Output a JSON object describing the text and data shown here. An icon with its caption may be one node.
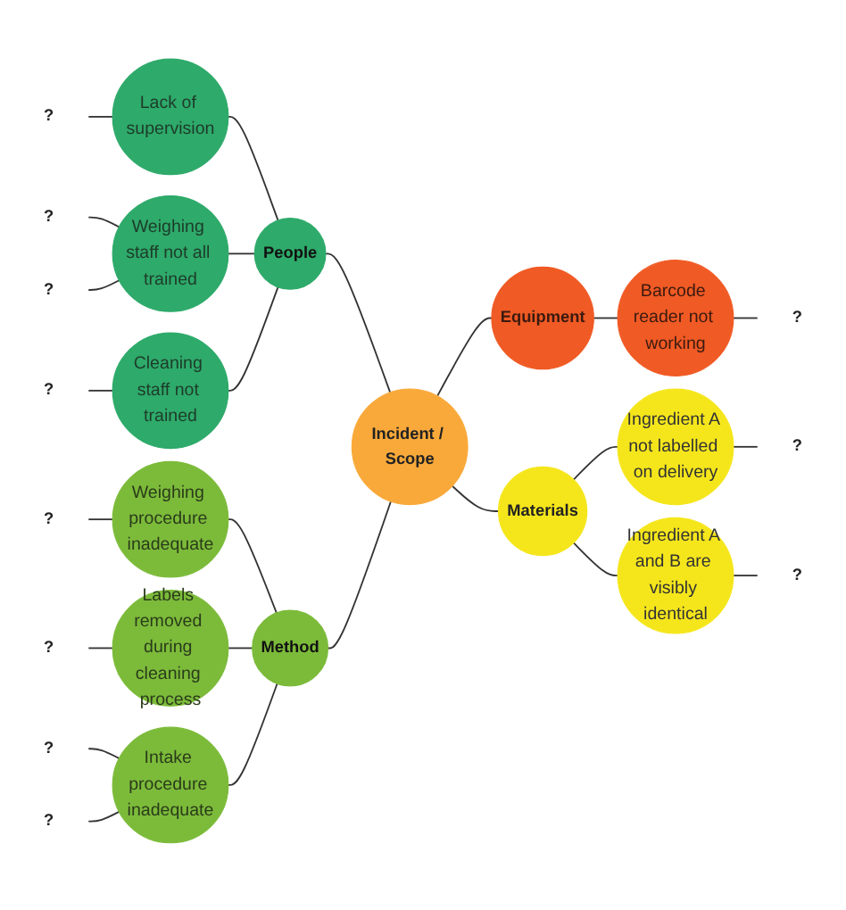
{
  "diagram": {
    "nodes": [
      {
        "text": [
          "Incident / Scope"
        ]
      },
      {
        "text": [
          "People"
        ]
      },
      {
        "text": [
          "Lack of supervision"
        ]
      },
      {
        "text": [
          "Weighing staff not all trained"
        ]
      },
      {
        "text": [
          "Cleaning staff not trained"
        ]
      },
      {
        "text": [
          "Method"
        ]
      },
      {
        "text": [
          "Weighing procedure inadequate"
        ]
      },
      {
        "text": [
          "Labels removed during cleaning process"
        ]
      },
      {
        "text": [
          "Intake procedure inadequate"
        ]
      },
      {
        "text": [
          "Equipment"
        ]
      },
      {
        "text": [
          "Barcode reader not working"
        ]
      },
      {
        "text": [
          "Materials"
        ]
      },
      {
        "text": [
          "Ingredient A not labelled on delivery"
        ]
      },
      {
        "text": [
          "Ingredient A and B are visibly identical"
        ]
      },
      {
        "text": [
          "?"
        ]
      },
      {
        "text": [
          "?"
        ]
      },
      {
        "text": [
          "?"
        ]
      },
      {
        "text": [
          "?"
        ]
      },
      {
        "text": [
          "?"
        ]
      },
      {
        "text": [
          "?"
        ]
      },
      {
        "text": [
          "?"
        ]
      },
      {
        "text": [
          "?"
        ]
      },
      {
        "text": [
          "?"
        ]
      },
      {
        "text": [
          "?"
        ]
      },
      {
        "text": [
          "?"
        ]
      }
    ],
    "edges": [
      {
        "from": 14,
        "to": 2,
        "arrow": "none"
      },
      {
        "from": 15,
        "to": 3,
        "arrow": "none"
      },
      {
        "from": 16,
        "to": 3,
        "arrow": "none"
      },
      {
        "from": 17,
        "to": 4,
        "arrow": "none"
      },
      {
        "from": 2,
        "to": 1,
        "arrow": "none"
      },
      {
        "from": 3,
        "to": 1,
        "arrow": "none"
      },
      {
        "from": 4,
        "to": 1,
        "arrow": "none"
      },
      {
        "from": 1,
        "to": 0,
        "arrow": "none"
      },
      {
        "from": 18,
        "to": 6,
        "arrow": "none"
      },
      {
        "from": 19,
        "to": 7,
        "arrow": "none"
      },
      {
        "from": 20,
        "to": 8,
        "arrow": "none"
      },
      {
        "from": 21,
        "to": 8,
        "arrow": "none"
      },
      {
        "from": 6,
        "to": 5,
        "arrow": "none"
      },
      {
        "from": 7,
        "to": 5,
        "arrow": "none"
      },
      {
        "from": 8,
        "to": 5,
        "arrow": "none"
      },
      {
        "from": 5,
        "to": 0,
        "arrow": "none"
      },
      {
        "from": 0,
        "to": 9,
        "arrow": "none"
      },
      {
        "from": 9,
        "to": 10,
        "arrow": "none"
      },
      {
        "from": 10,
        "to": 22,
        "arrow": "none"
      },
      {
        "from": 0,
        "to": 11,
        "arrow": "none"
      },
      {
        "from": 11,
        "to": 12,
        "arrow": "none"
      },
      {
        "from": 11,
        "to": 13,
        "arrow": "none"
      },
      {
        "from": 12,
        "to": 23,
        "arrow": "none"
      },
      {
        "from": 13,
        "to": 24,
        "arrow": "none"
      }
    ]
  }
}
